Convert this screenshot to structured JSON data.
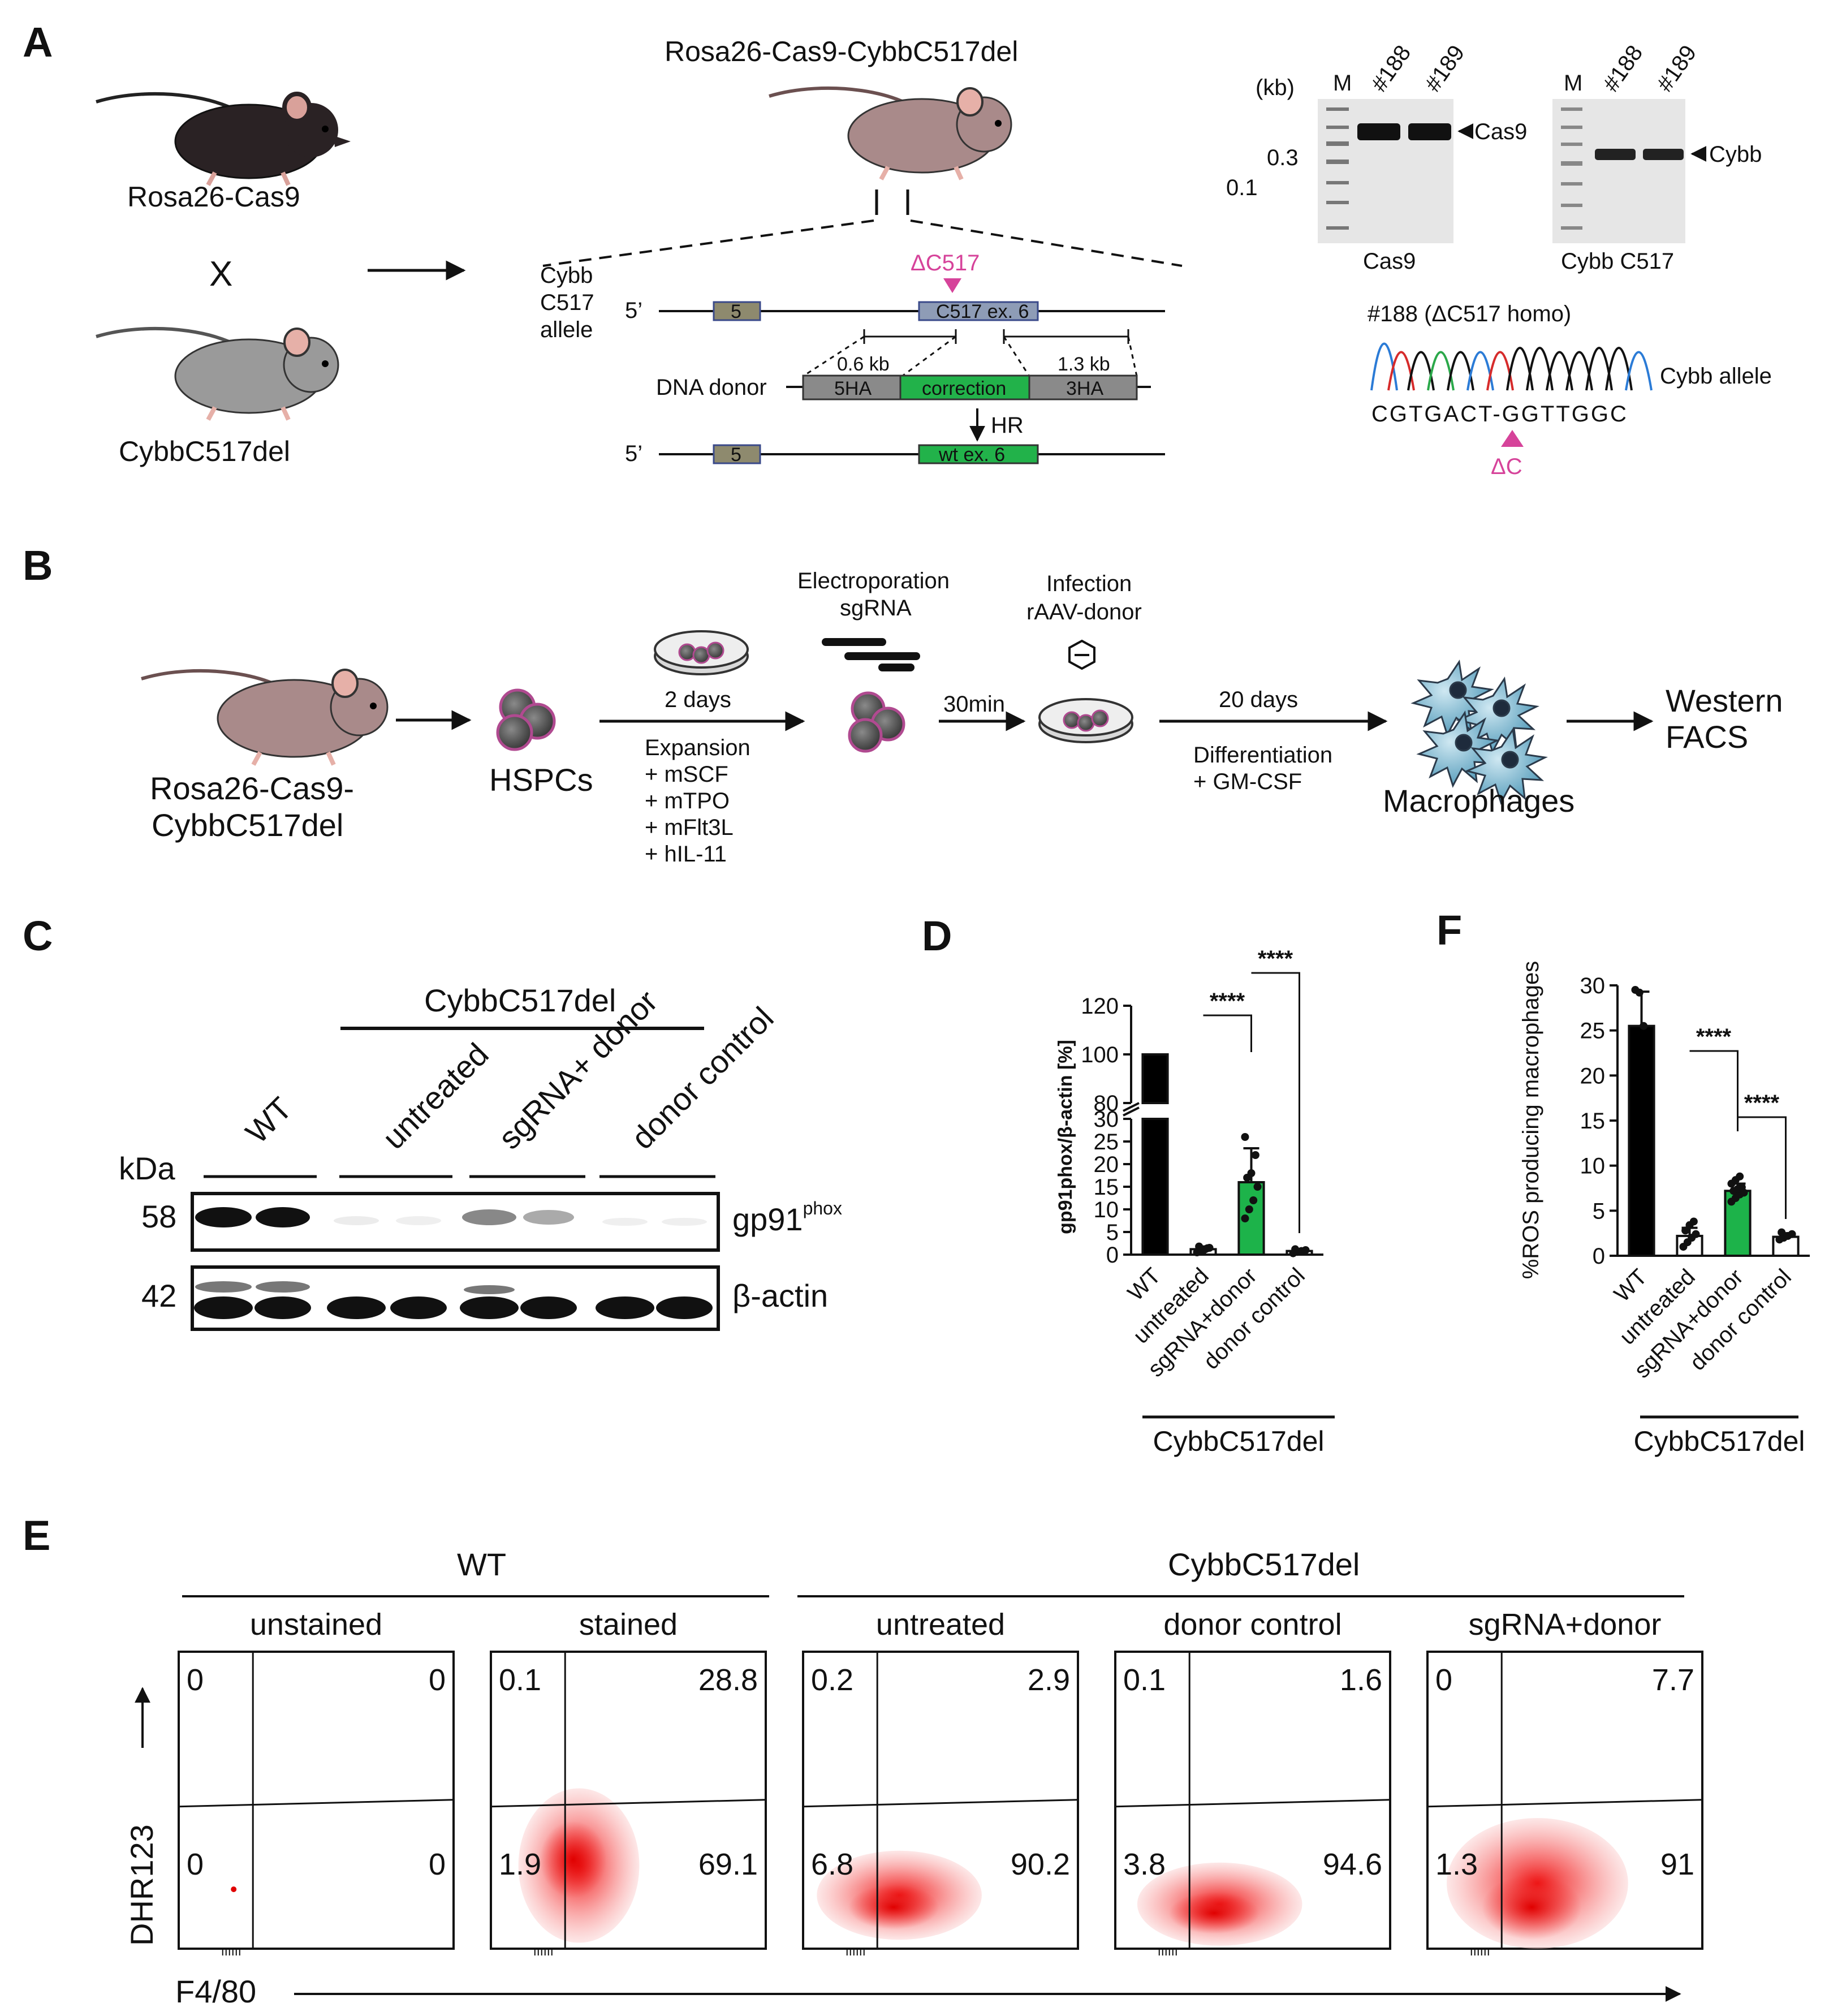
{
  "panels": {
    "A": {
      "letter": "A",
      "mouse_cas9": "Rosa26-Cas9",
      "cross": "X",
      "mouse_del": "CybbC517del",
      "mouse_result": "Rosa26-Cas9-CybbC517del",
      "allele_label": [
        "Cybb",
        "C517",
        "allele"
      ],
      "five_prime": "5’",
      "exon5": "5",
      "exon6_mut": "C517 ex. 6",
      "delta_c517": "ΔC517",
      "donor_label": "DNA donor",
      "ha5": "5HA",
      "correction": "correction",
      "ha3": "3HA",
      "len_left": "0.6 kb",
      "len_right": "1.3 kb",
      "hr": "HR",
      "exon6_wt": "wt ex. 6",
      "gel": {
        "kb_label": "(kb)",
        "marker_03": "0.3",
        "marker_01": "0.1",
        "lane_m": "M",
        "lane_188": "#188",
        "lane_189": "#189",
        "cas9_band": "Cas9",
        "cybb_band": "Cybb",
        "gel1_caption": "Cas9",
        "gel2_caption": "Cybb C517"
      },
      "seq": {
        "title": "#188 (ΔC517 homo)",
        "sequence": "CGTGACT-GGTTGGC",
        "allele": "Cybb allele",
        "delta_c": "ΔC"
      }
    },
    "B": {
      "letter": "B",
      "mouse": [
        "Rosa26-Cas9-",
        "CybbC517del"
      ],
      "hspcs": "HSPCs",
      "days2": "2 days",
      "expansion": [
        "Expansion",
        "+ mSCF",
        "+ mTPO",
        "+ mFlt3L",
        "+ hIL-11"
      ],
      "electroporation": [
        "Electroporation",
        "sgRNA"
      ],
      "min30": "30min",
      "infection": [
        "Infection",
        "rAAV-donor"
      ],
      "days20": "20 days",
      "differentiation": [
        "Differentiation",
        "+ GM-CSF"
      ],
      "macrophages": "Macrophages",
      "readout": [
        "Western",
        "FACS"
      ]
    },
    "C": {
      "letter": "C",
      "group": "CybbC517del",
      "kda": "kDa",
      "lanes": [
        "WT",
        "untreated",
        "sgRNA+ donor",
        "donor control"
      ],
      "kda_58": "58",
      "kda_42": "42",
      "gp91": "gp91",
      "gp91_sup": "phox",
      "actin": "β-actin"
    },
    "E": {
      "letter": "E",
      "wt_group": "WT",
      "mut_group": "CybbC517del",
      "y_axis": "DHR123",
      "x_axis": "F4/80",
      "plots": [
        {
          "title": "unstained",
          "tl": "0",
          "tr": "0",
          "bl": "0",
          "br": "0"
        },
        {
          "title": "stained",
          "tl": "0.1",
          "tr": "28.8",
          "bl": "1.9",
          "br": "69.1"
        },
        {
          "title": "untreated",
          "tl": "0.2",
          "tr": "2.9",
          "bl": "6.8",
          "br": "90.2"
        },
        {
          "title": "donor control",
          "tl": "0.1",
          "tr": "1.6",
          "bl": "3.8",
          "br": "94.6"
        },
        {
          "title": "sgRNA+donor",
          "tl": "0",
          "tr": "7.7",
          "bl": "1.3",
          "br": "91"
        }
      ]
    }
  },
  "chart_data": [
    {
      "panel": "D",
      "type": "bar",
      "ylabel": "gp91phox/β-actin [%]",
      "categories": [
        "WT",
        "untreated",
        "sgRNA+donor",
        "donor control"
      ],
      "values": [
        100,
        1.2,
        16,
        0.8
      ],
      "errors": [
        0,
        0.6,
        7.5,
        0.4
      ],
      "points": [
        [],
        [
          0.5,
          0.8,
          1.2,
          1.5,
          1.8,
          0.9,
          1.4
        ],
        [
          8,
          10,
          12,
          15,
          17,
          18,
          22,
          26
        ],
        [
          0.3,
          0.6,
          0.8,
          1.0,
          1.2
        ]
      ],
      "colors": [
        "#000000",
        "#ffffff",
        "#1db34a",
        "#ffffff"
      ],
      "broken_axis": {
        "lower": [
          0,
          30
        ],
        "upper": [
          80,
          120
        ]
      },
      "yticks_lower": [
        0,
        5,
        10,
        15,
        20,
        25,
        30
      ],
      "yticks_upper": [
        80,
        100,
        120
      ],
      "significance": [
        "****",
        "****"
      ],
      "group_label": "CybbC517del"
    },
    {
      "panel": "F",
      "type": "bar",
      "ylabel": "%ROS producing macrophages",
      "categories": [
        "WT",
        "untreated",
        "sgRNA+donor",
        "donor control"
      ],
      "values": [
        25.5,
        2.2,
        7.2,
        2.1
      ],
      "errors": [
        3.8,
        0.9,
        0.8,
        0.4
      ],
      "points": [
        [
          29.5,
          29.2,
          25.5
        ],
        [
          1.0,
          1.5,
          2.0,
          2.4,
          2.8,
          3.4,
          3.8
        ],
        [
          6.0,
          6.4,
          6.8,
          7.0,
          7.2,
          7.4,
          7.6,
          8.0,
          8.4,
          8.8
        ],
        [
          1.8,
          2.0,
          2.2,
          2.4,
          2.6
        ]
      ],
      "colors": [
        "#000000",
        "#ffffff",
        "#1db34a",
        "#ffffff"
      ],
      "ylim": [
        0,
        30
      ],
      "yticks": [
        0,
        5,
        10,
        15,
        20,
        25,
        30
      ],
      "significance": [
        "****",
        "****"
      ],
      "group_label": "CybbC517del"
    }
  ]
}
